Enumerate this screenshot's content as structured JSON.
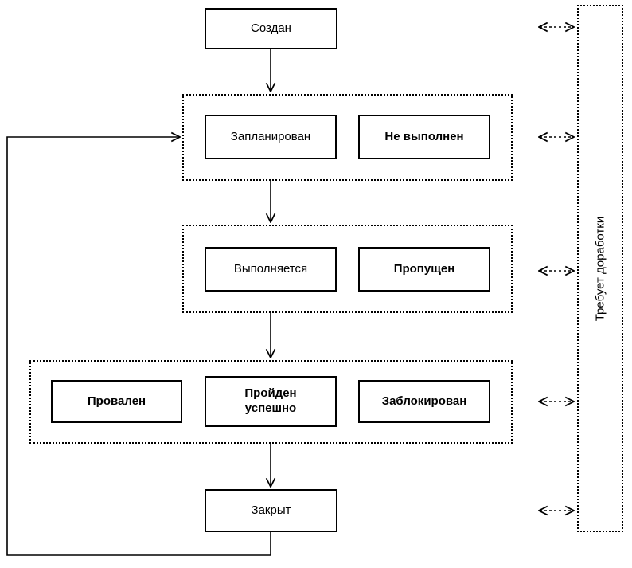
{
  "diagram": {
    "type": "state-flow",
    "language": "ru",
    "states": {
      "created": "Создан",
      "planned": "Запланирован",
      "not_executed": "Не выполнен",
      "in_progress": "Выполняется",
      "skipped": "Пропущен",
      "failed": "Провален",
      "passed": "Пройден успешно",
      "blocked": "Заблокирован",
      "closed": "Закрыт",
      "rework": "Требует доработки"
    },
    "bold_states": [
      "not_executed",
      "skipped",
      "failed",
      "passed",
      "blocked"
    ],
    "groups": [
      {
        "name": "planned-row",
        "members": [
          "planned",
          "not_executed"
        ]
      },
      {
        "name": "execution-row",
        "members": [
          "in_progress",
          "skipped"
        ]
      },
      {
        "name": "result-row",
        "members": [
          "failed",
          "passed",
          "blocked"
        ]
      }
    ],
    "edges": [
      {
        "from": "created",
        "to": "planned-row",
        "style": "solid-arrow"
      },
      {
        "from": "planned-row",
        "to": "execution-row",
        "style": "solid-arrow"
      },
      {
        "from": "execution-row",
        "to": "result-row",
        "style": "solid-arrow"
      },
      {
        "from": "result-row",
        "to": "closed",
        "style": "solid-arrow"
      },
      {
        "from": "closed",
        "to": "planned-row",
        "style": "solid-arrow",
        "note": "loop-back-left"
      },
      {
        "from": "created",
        "to": "rework",
        "style": "dashed-double-arrow"
      },
      {
        "from": "planned-row",
        "to": "rework",
        "style": "dashed-double-arrow"
      },
      {
        "from": "execution-row",
        "to": "rework",
        "style": "dashed-double-arrow"
      },
      {
        "from": "result-row",
        "to": "rework",
        "style": "dashed-double-arrow"
      },
      {
        "from": "closed",
        "to": "rework",
        "style": "dashed-double-arrow"
      }
    ],
    "colors": {
      "line": "#000000",
      "box_fill": "#ffffff",
      "background": "#ffffff"
    }
  }
}
